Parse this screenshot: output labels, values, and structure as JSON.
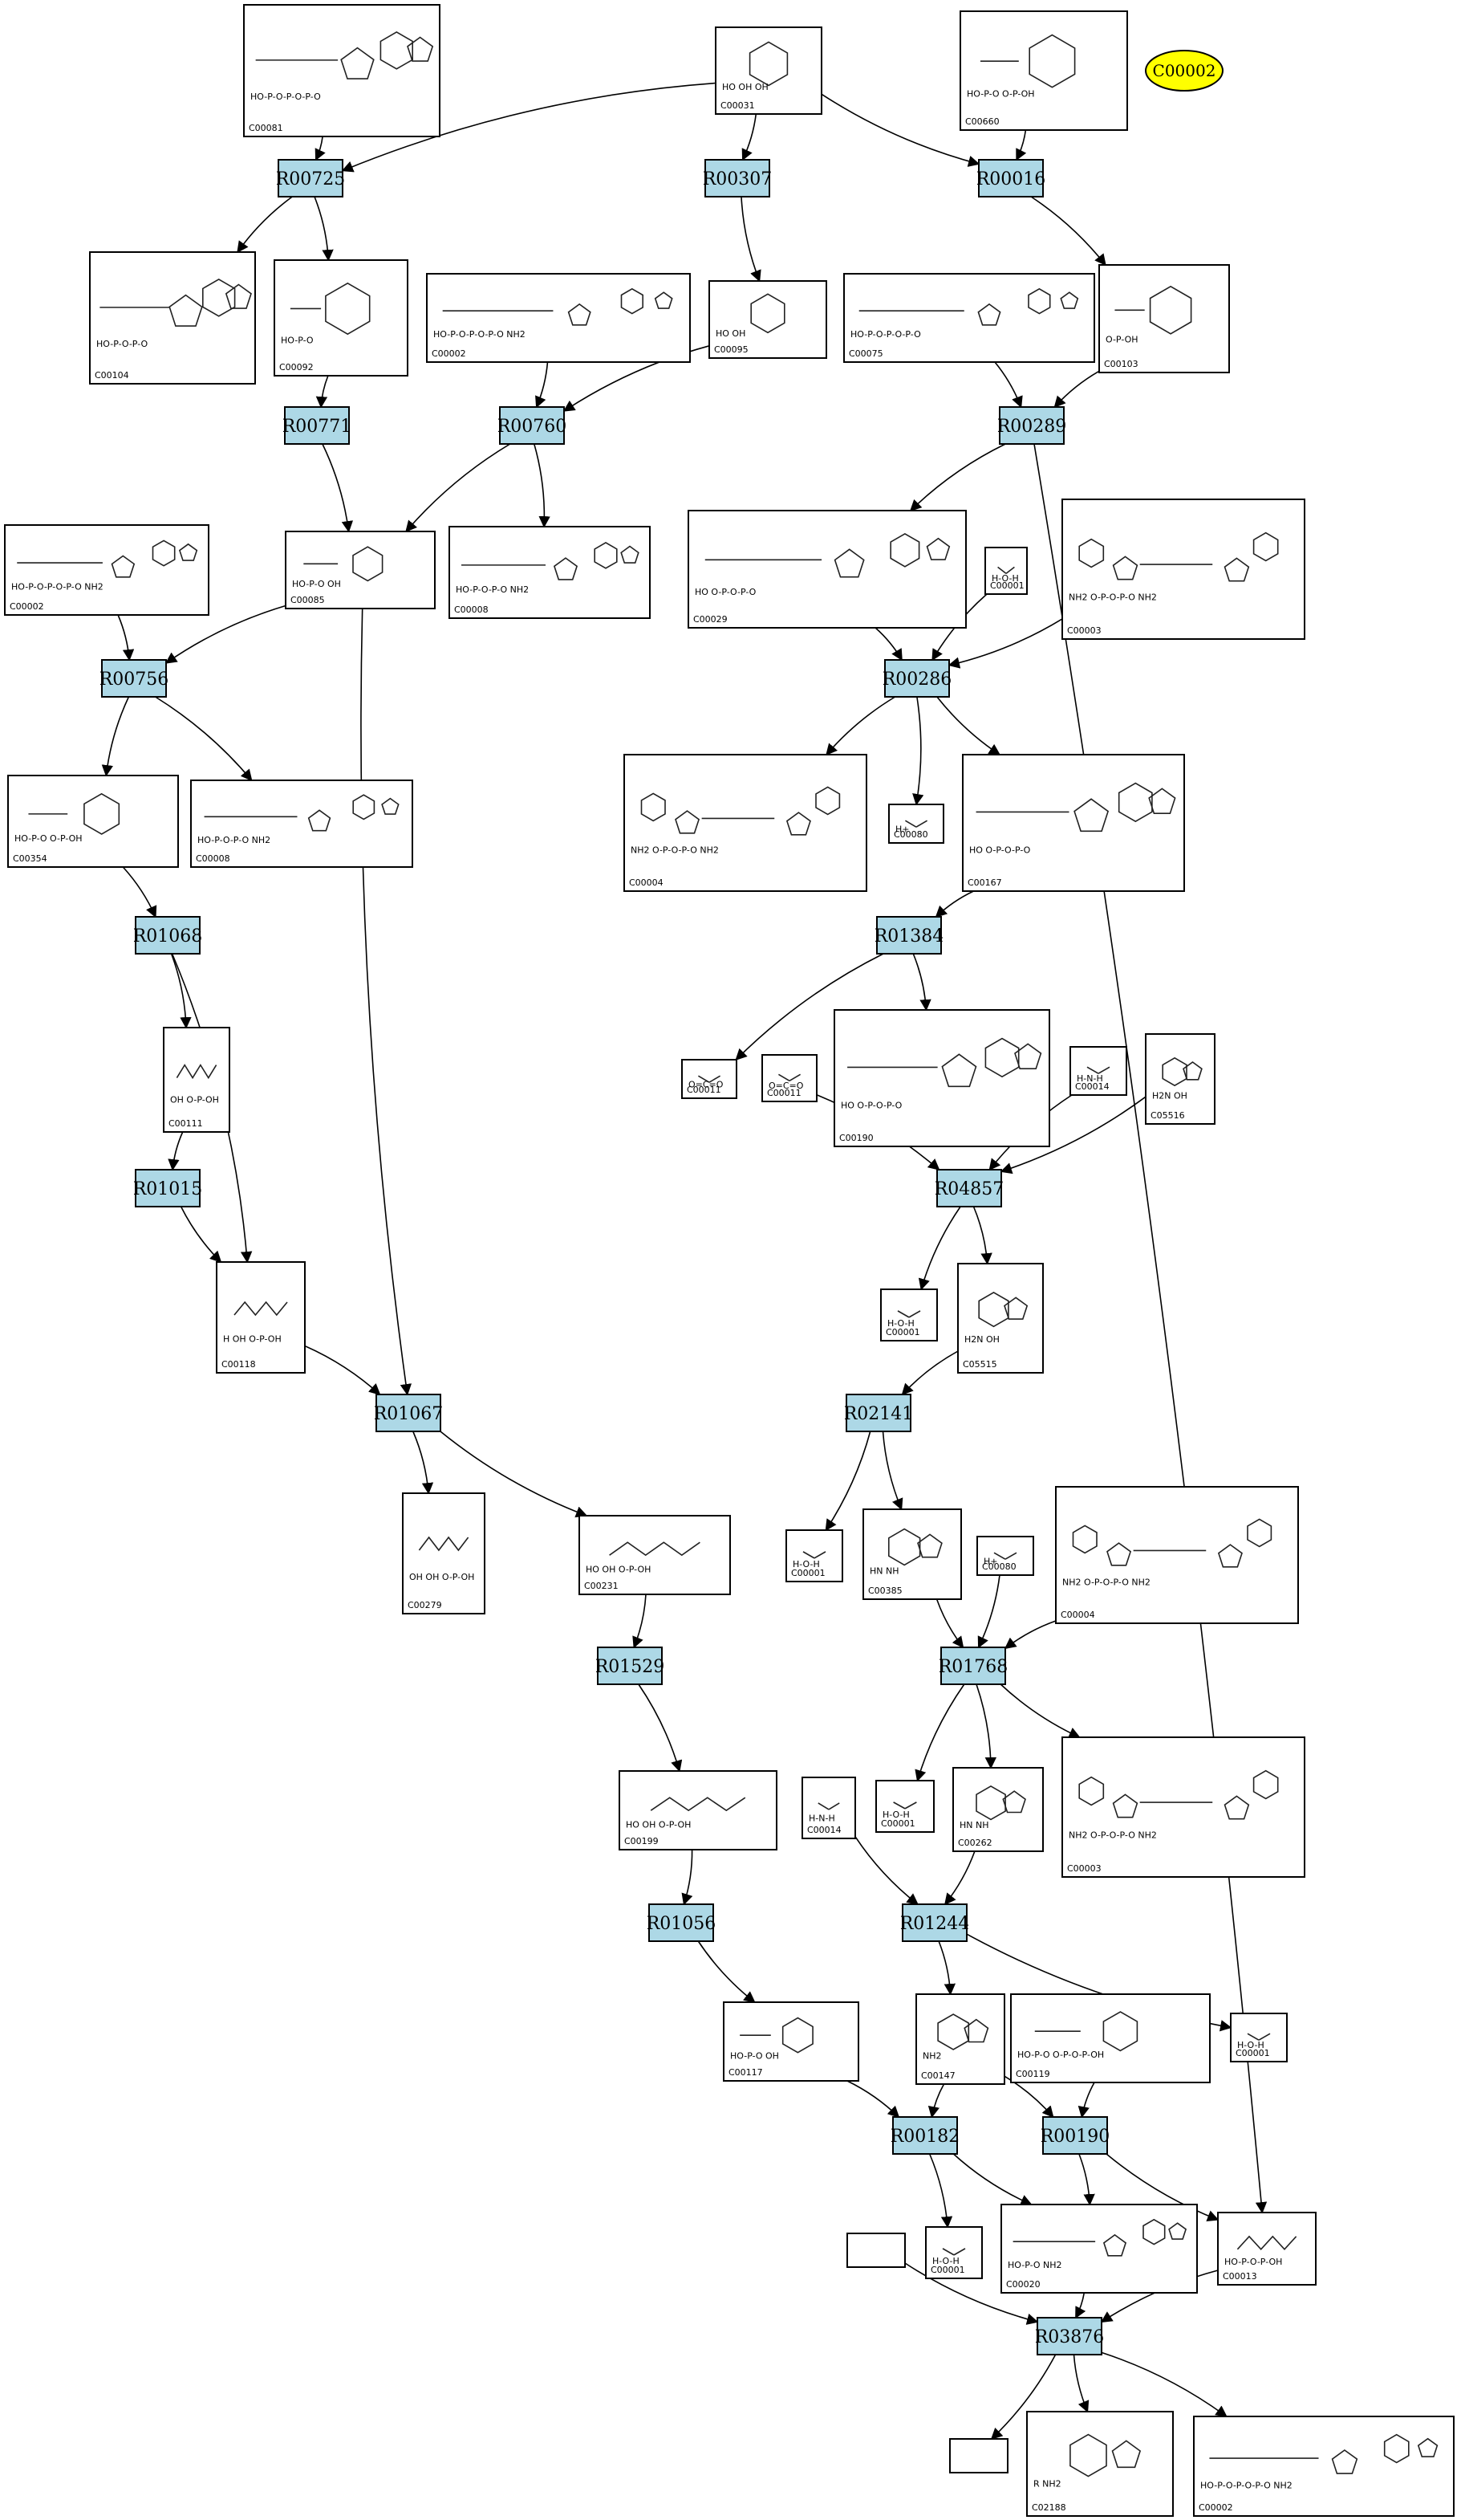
{
  "colors": {
    "reaction": "#add8e6",
    "ellipse": "#ffff00",
    "stroke": "#000000",
    "background": "#ffffff"
  },
  "legend_node": {
    "label": "C00002"
  },
  "reactions": [
    {
      "id": "R00725",
      "label": "R00725"
    },
    {
      "id": "R00307",
      "label": "R00307"
    },
    {
      "id": "R00016",
      "label": "R00016"
    },
    {
      "id": "R00771",
      "label": "R00771"
    },
    {
      "id": "R00760",
      "label": "R00760"
    },
    {
      "id": "R00289",
      "label": "R00289"
    },
    {
      "id": "R00756",
      "label": "R00756"
    },
    {
      "id": "R00286",
      "label": "R00286"
    },
    {
      "id": "R01384",
      "label": "R01384"
    },
    {
      "id": "R01068",
      "label": "R01068"
    },
    {
      "id": "R01015",
      "label": "R01015"
    },
    {
      "id": "R04857",
      "label": "R04857"
    },
    {
      "id": "R01067",
      "label": "R01067"
    },
    {
      "id": "R02141",
      "label": "R02141"
    },
    {
      "id": "R01529",
      "label": "R01529"
    },
    {
      "id": "R01768",
      "label": "R01768"
    },
    {
      "id": "R01056",
      "label": "R01056"
    },
    {
      "id": "R01244",
      "label": "R01244"
    },
    {
      "id": "R00182",
      "label": "R00182"
    },
    {
      "id": "R00190",
      "label": "R00190"
    },
    {
      "id": "R03876",
      "label": "R03876"
    }
  ],
  "compounds": [
    {
      "id": "c1",
      "label": "C00081",
      "formula": "HO-P-O-P-O-P-O"
    },
    {
      "id": "c2",
      "label": "C00031",
      "formula": "HO OH OH"
    },
    {
      "id": "c3",
      "label": "C00660",
      "formula": "HO-P-O O-P-OH"
    },
    {
      "id": "c4",
      "label": "C00104",
      "formula": "HO-P-O-P-O"
    },
    {
      "id": "c5",
      "label": "C00092",
      "formula": "HO-P-O"
    },
    {
      "id": "c6",
      "label": "C00002",
      "formula": "HO-P-O-P-O-P-O NH2"
    },
    {
      "id": "c7",
      "label": "C00095",
      "formula": "HO OH"
    },
    {
      "id": "c8",
      "label": "C00075",
      "formula": "HO-P-O-P-O-P-O"
    },
    {
      "id": "c9",
      "label": "C00103",
      "formula": "O-P-OH"
    },
    {
      "id": "c10",
      "label": "C00002",
      "formula": "HO-P-O-P-O-P-O NH2"
    },
    {
      "id": "c11",
      "label": "C00085",
      "formula": "HO-P-O OH"
    },
    {
      "id": "c12",
      "label": "C00008",
      "formula": "HO-P-O-P-O NH2"
    },
    {
      "id": "c13",
      "label": "C00029",
      "formula": "HO O-P-O-P-O"
    },
    {
      "id": "c14",
      "label": "C00001",
      "formula": "H-O-H"
    },
    {
      "id": "c15",
      "label": "C00003",
      "formula": "NH2 O-P-O-P-O NH2"
    },
    {
      "id": "c16",
      "label": "C00354",
      "formula": "HO-P-O O-P-OH"
    },
    {
      "id": "c17",
      "label": "C00008",
      "formula": "HO-P-O-P-O NH2"
    },
    {
      "id": "c18",
      "label": "C00004",
      "formula": "NH2 O-P-O-P-O NH2"
    },
    {
      "id": "c19",
      "label": "C00080",
      "formula": "H+"
    },
    {
      "id": "c20",
      "label": "C00167",
      "formula": "HO O-P-O-P-O"
    },
    {
      "id": "c21",
      "label": "C00111",
      "formula": "OH O-P-OH"
    },
    {
      "id": "c22",
      "label": "C00011",
      "formula": "O=C=O"
    },
    {
      "id": "c23",
      "label": "C00011",
      "formula": "O=C=O"
    },
    {
      "id": "c24",
      "label": "C00190",
      "formula": "HO O-P-O-P-O"
    },
    {
      "id": "c25",
      "label": "C00014",
      "formula": "H-N-H"
    },
    {
      "id": "c26",
      "label": "C05516",
      "formula": "H2N OH"
    },
    {
      "id": "c27",
      "label": "C00118",
      "formula": "H OH O-P-OH"
    },
    {
      "id": "c28",
      "label": "C00001",
      "formula": "H-O-H"
    },
    {
      "id": "c29",
      "label": "C05515",
      "formula": "H2N OH"
    },
    {
      "id": "c30",
      "label": "C00279",
      "formula": "OH OH O-P-OH"
    },
    {
      "id": "c31",
      "label": "C00231",
      "formula": "HO OH O-P-OH"
    },
    {
      "id": "c32",
      "label": "C00001",
      "formula": "H-O-H"
    },
    {
      "id": "c33",
      "label": "C00385",
      "formula": "HN NH"
    },
    {
      "id": "c34",
      "label": "C00080",
      "formula": "H+"
    },
    {
      "id": "c35",
      "label": "C00004",
      "formula": "NH2 O-P-O-P-O NH2"
    },
    {
      "id": "c36",
      "label": "C00199",
      "formula": "HO OH O-P-OH"
    },
    {
      "id": "c37",
      "label": "C00014",
      "formula": "H-N-H"
    },
    {
      "id": "c38",
      "label": "C00001",
      "formula": "H-O-H"
    },
    {
      "id": "c39",
      "label": "C00262",
      "formula": "HN NH"
    },
    {
      "id": "c40",
      "label": "C00003",
      "formula": "NH2 O-P-O-P-O NH2"
    },
    {
      "id": "c41",
      "label": "C00117",
      "formula": "HO-P-O OH"
    },
    {
      "id": "c42",
      "label": "C00147",
      "formula": "NH2"
    },
    {
      "id": "c43",
      "label": "C00119",
      "formula": "HO-P-O O-P-O-P-OH"
    },
    {
      "id": "c44",
      "label": "C00001",
      "formula": "H-O-H"
    },
    {
      "id": "c45",
      "label": "",
      "formula": ""
    },
    {
      "id": "c46",
      "label": "C00001",
      "formula": "H-O-H"
    },
    {
      "id": "c47",
      "label": "C00020",
      "formula": "HO-P-O NH2"
    },
    {
      "id": "c48",
      "label": "C00013",
      "formula": "HO-P-O-P-OH"
    },
    {
      "id": "c49",
      "label": "",
      "formula": ""
    },
    {
      "id": "c50",
      "label": "C02188",
      "formula": "R NH2"
    },
    {
      "id": "c51",
      "label": "C00002",
      "formula": "HO-P-O-P-O-P-O NH2"
    }
  ]
}
